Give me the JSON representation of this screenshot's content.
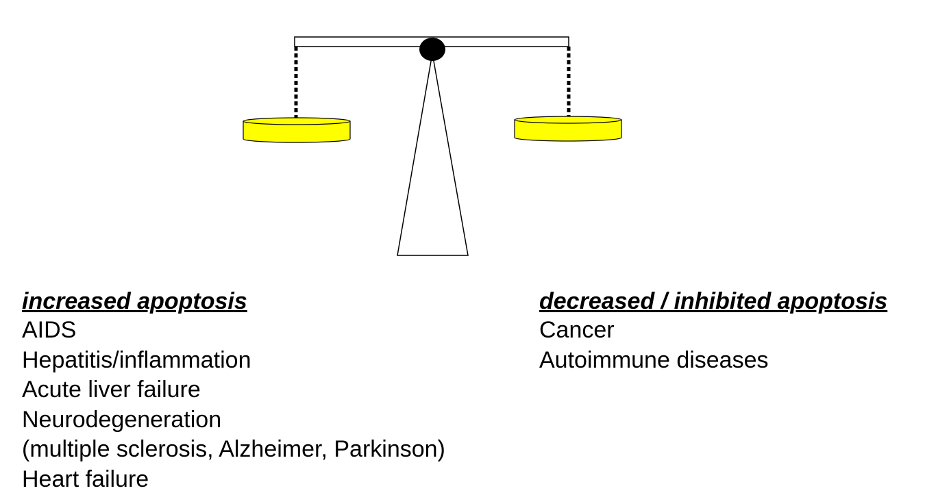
{
  "scale": {
    "beam_color": "#ffffff",
    "pivot_color": "#000000",
    "pan_color": "#ffff00",
    "stand_color": "#ffffff"
  },
  "left_column": {
    "heading": "increased apoptosis",
    "items": [
      "AIDS",
      "Hepatitis/inflammation",
      "Acute liver failure",
      "Neurodegeneration",
      "(multiple sclerosis, Alzheimer, Parkinson)",
      "Heart failure"
    ]
  },
  "right_column": {
    "heading": "decreased / inhibited apoptosis",
    "items": [
      "Cancer",
      "Autoimmune diseases"
    ]
  }
}
